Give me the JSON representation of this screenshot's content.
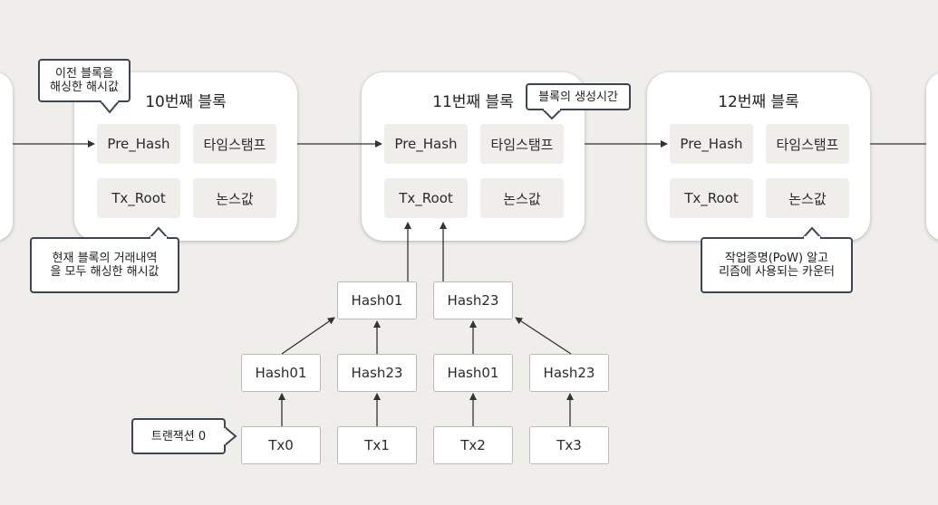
{
  "blocks": [
    {
      "title": "10번째 블록",
      "fields": [
        "Pre_Hash",
        "타임스탬프",
        "Tx_Root",
        "논스값"
      ]
    },
    {
      "title": "11번째 블록",
      "fields": [
        "Pre_Hash",
        "타임스탬프",
        "Tx_Root",
        "논스값"
      ]
    },
    {
      "title": "12번째 블록",
      "fields": [
        "Pre_Hash",
        "타임스탬프",
        "Tx_Root",
        "논스값"
      ]
    }
  ],
  "merkle_tree": {
    "level_top": [
      "Hash01",
      "Hash23"
    ],
    "level_mid": [
      "Hash01",
      "Hash23",
      "Hash01",
      "Hash23"
    ],
    "transactions": [
      "Tx0",
      "Tx1",
      "Tx2",
      "Tx3"
    ]
  },
  "callouts": {
    "prev_hash": "이전 블록을\n해싱한 해시값",
    "timestamp": "블록의 생성시간",
    "tx_root": "현재 블록의 거래내역\n을 모두 해싱한 해시값",
    "nonce": "작업증명(PoW) 알고\n리즘에 사용되는 카운터",
    "transaction": "트랜잭션 0"
  },
  "colors": {
    "background": "#efeeeb",
    "block": "#ffffff",
    "field": "#efeeeb",
    "callout_border": "#3c4652",
    "arrow": "#333333"
  }
}
